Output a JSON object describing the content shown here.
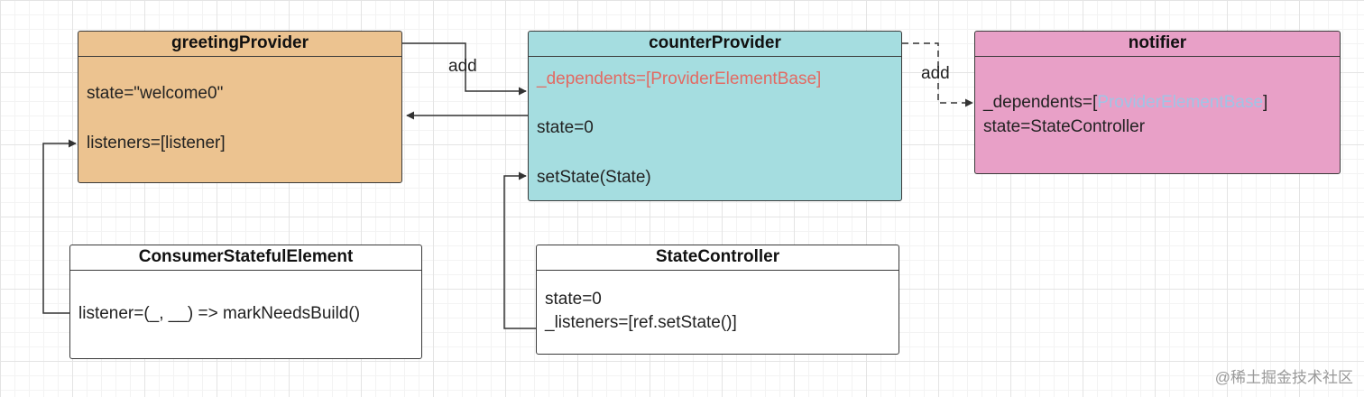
{
  "greeting": {
    "title": "greetingProvider",
    "state": "state=\"welcome0\"",
    "listeners": "listeners=[listener]"
  },
  "counter": {
    "title": "counterProvider",
    "dependents": "_dependents=[ProviderElementBase]",
    "state": "state=0",
    "set_state": "setState(State)"
  },
  "notifier": {
    "title": "notifier",
    "dependents_prefix": "_dependents=[",
    "dependents_value": "ProviderElementBase",
    "dependents_suffix": "]",
    "state": "state=StateController"
  },
  "consumer": {
    "title": "ConsumerStatefulElement",
    "listener": "listener=(_, __) => markNeedsBuild()"
  },
  "state_controller": {
    "title": "StateController",
    "state": "state=0",
    "listeners": "_listeners=[ref.setState()]"
  },
  "edges": {
    "add_1": "add",
    "add_2": "add"
  },
  "colors": {
    "greeting_fill": "#ecc390",
    "counter_fill": "#a5dde0",
    "notifier_fill": "#e8a0c7",
    "highlight_red": "#e26a63",
    "highlight_blue": "#9fc4e6"
  },
  "watermark": "@稀土掘金技术社区"
}
